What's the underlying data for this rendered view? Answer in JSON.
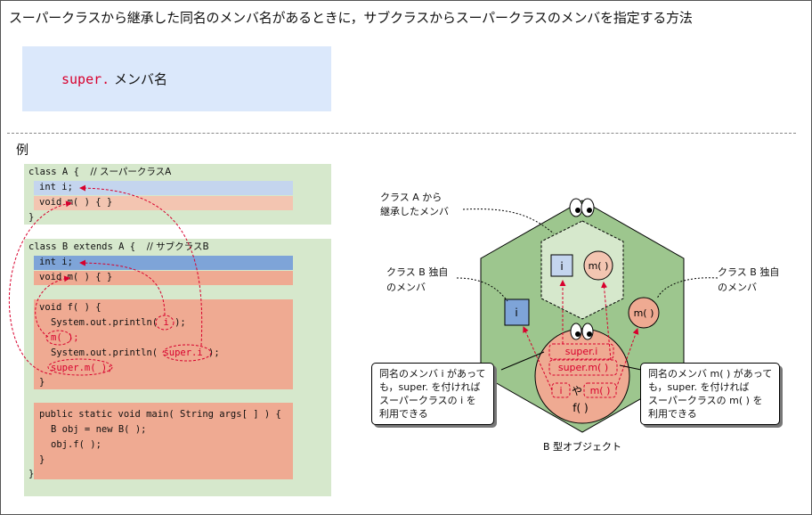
{
  "title": "スーパークラスから継承した同名のメンバ名があるときに，サブクラスからスーパークラスのメンバを指定する方法",
  "syntax": {
    "keyword": "super.",
    "text": "メンバ名"
  },
  "example_label": "例",
  "code": {
    "class_a_header": "class A {  ",
    "class_a_comment": "// スーパークラスA",
    "a_field": "int i;",
    "a_method": "void m( ) { }",
    "a_close": "}",
    "class_b_header": "class B extends A {  ",
    "class_b_comment": "// サブクラスB",
    "b_field": "int i;",
    "b_method": "void m( ) { }",
    "f_header": "void f( ) {",
    "println1_pre": "System.out.println( ",
    "println1_arg": "i",
    "println1_post": " );",
    "m_call": "m( );",
    "println2_pre": "System.out.println( ",
    "println2_arg": "super.i",
    "println2_post": " );",
    "super_m_call": "super.m( );",
    "f_close": "}",
    "main_header": "public static void main( String args[ ] ) {",
    "main_line1": "B obj = new B( );",
    "main_line2": "obj.f( );",
    "main_close": "}",
    "b_close": "}"
  },
  "diagram": {
    "inherited_label_line1": "クラス A から",
    "inherited_label_line2": "継承したメンバ",
    "own_left_line1": "クラス B 独自",
    "own_left_line2": "のメンバ",
    "own_right_line1": "クラス B 独自",
    "own_right_line2": "のメンバ",
    "inner_i": "i",
    "inner_m": "m( )",
    "left_i": "i",
    "right_m": "m( )",
    "super_i": "super.i",
    "super_m": "super.m( )",
    "plain_i": "i",
    "ya": "や",
    "plain_m": "m( )",
    "f": "f( )",
    "object_label": "B 型オブジェクト",
    "callout_left": [
      "同名のメンバ i があって",
      "も，super. を付ければ",
      "スーパークラスの  i  を",
      "利用できる"
    ],
    "callout_right": [
      "同名のメンバ m( ) があって",
      "も，super. を付ければ",
      "スーパークラスの  m( )  を",
      "利用できる"
    ]
  },
  "colors": {
    "green_bg": "#d6e8cc",
    "blue_row": "#c4d5ee",
    "blue_row_dark": "#7ea4d8",
    "salmon_row": "#f3c5b1",
    "salmon_dark": "#efaa92",
    "accent_red": "#d8002d",
    "hex_green": "#9dc68e"
  }
}
